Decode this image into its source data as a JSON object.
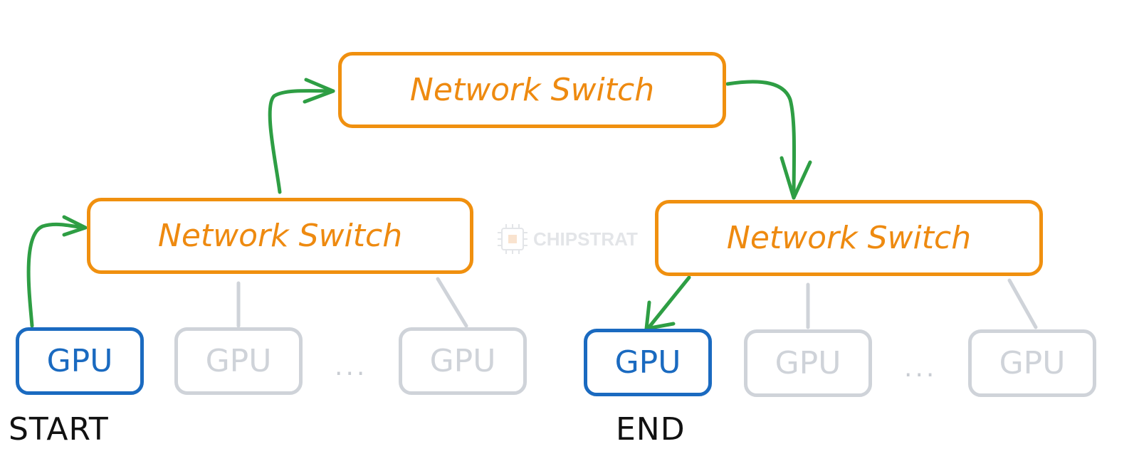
{
  "nodes": {
    "top_switch": "Network Switch",
    "left_switch": "Network Switch",
    "right_switch": "Network Switch",
    "gpus": [
      "GPU",
      "GPU",
      "GPU",
      "GPU",
      "GPU",
      "GPU"
    ],
    "ellipsis_left": "...",
    "ellipsis_right": "..."
  },
  "labels": {
    "start": "START",
    "end": "END"
  },
  "watermark": {
    "brand": "CHIPSTRAT"
  },
  "colors": {
    "switch": "#f0900f",
    "active_gpu": "#1a6ac0",
    "inactive": "#cfd3d9",
    "path_arrow": "#2e9e44"
  }
}
